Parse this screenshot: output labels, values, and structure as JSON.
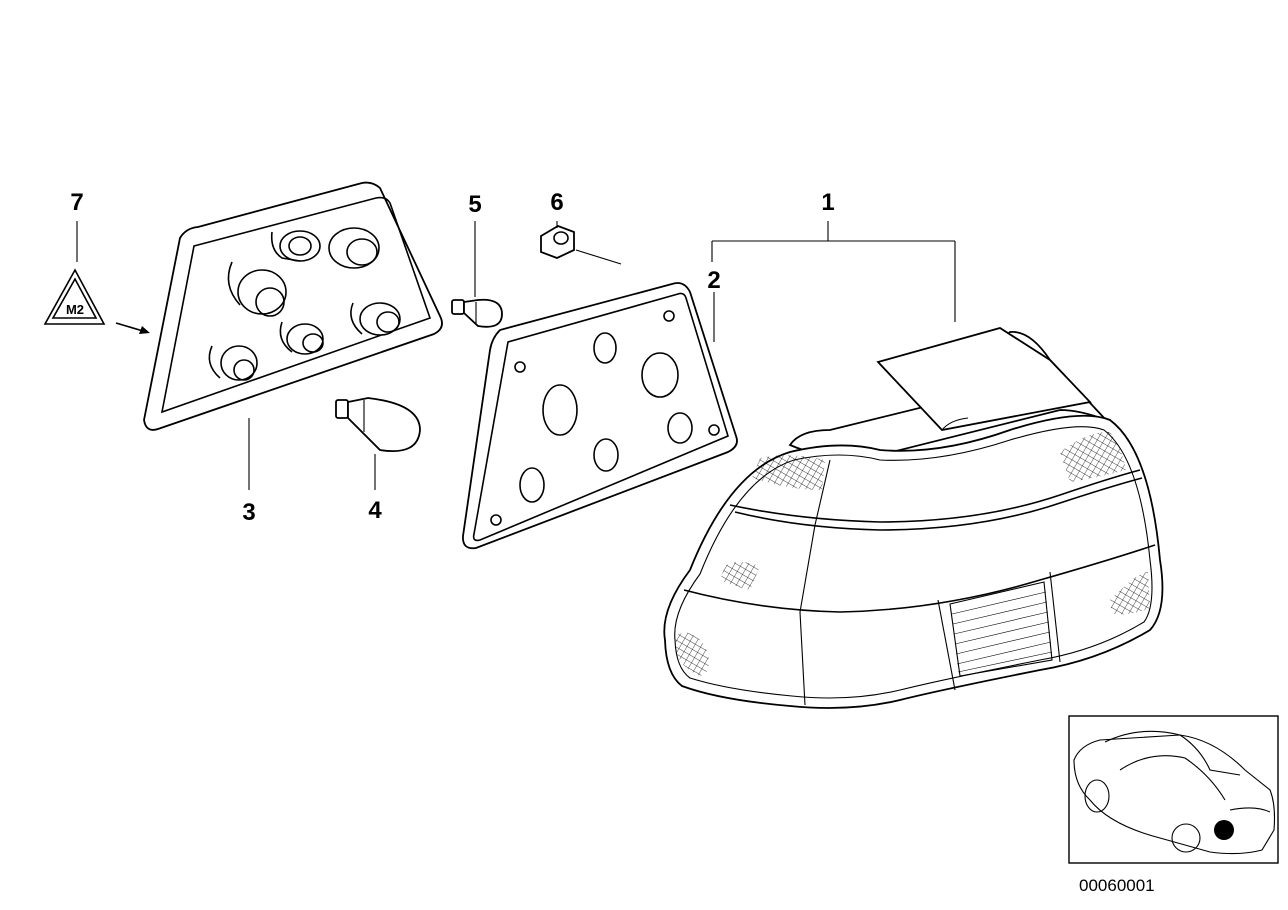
{
  "diagram": {
    "callouts": [
      {
        "id": "1",
        "label": "1"
      },
      {
        "id": "2",
        "label": "2"
      },
      {
        "id": "3",
        "label": "3"
      },
      {
        "id": "4",
        "label": "4"
      },
      {
        "id": "5",
        "label": "5"
      },
      {
        "id": "6",
        "label": "6"
      },
      {
        "id": "7",
        "label": "7"
      }
    ],
    "warning_symbol_text": "M2",
    "diagram_code": "00060001"
  }
}
